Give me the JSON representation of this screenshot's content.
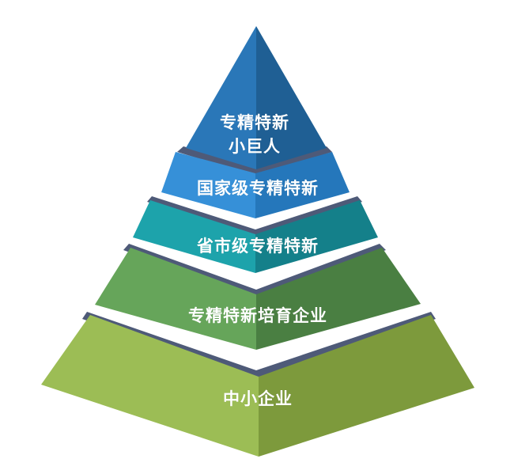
{
  "diagram": {
    "type": "pyramid",
    "tiers": [
      {
        "label_line1": "专精特新",
        "label_line2": "小巨人",
        "color_left": "#2a77b8",
        "color_right": "#1f5f94"
      },
      {
        "label": "国家级专精特新",
        "color_left": "#3690d8",
        "color_right": "#2577bb"
      },
      {
        "label": "省市级专精特新",
        "color_left": "#1da3ab",
        "color_right": "#14808a"
      },
      {
        "label": "专精特新培育企业",
        "color_left": "#66a55a",
        "color_right": "#4a7f42"
      },
      {
        "label": "中小企业",
        "color_left": "#9cbd55",
        "color_right": "#7d9a3c"
      }
    ],
    "separator_color": "#4e5a78"
  }
}
